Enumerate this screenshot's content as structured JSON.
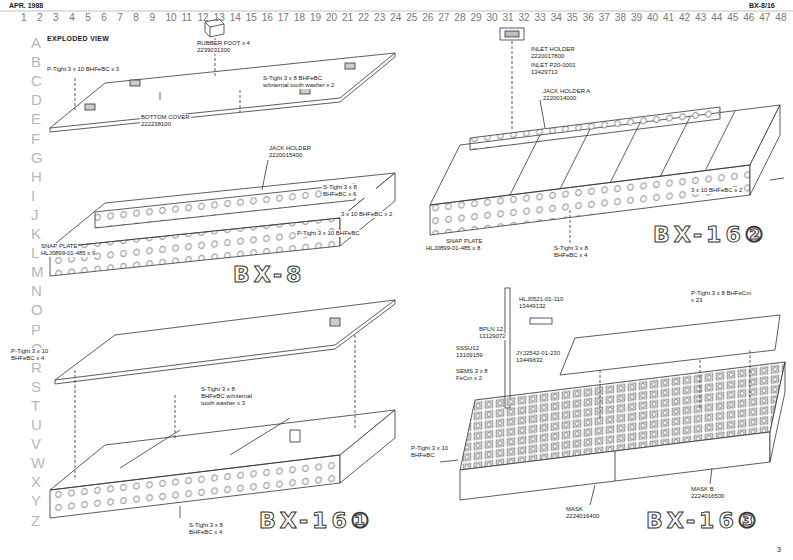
{
  "diagram": {
    "title": "EXPLODED VIEW",
    "labels": [
      "APR. 1988",
      "BX-8/16",
      "1",
      "2",
      "3",
      "4",
      "5",
      "6",
      "7",
      "8",
      "9",
      "10",
      "11",
      "12",
      "13",
      "14",
      "15",
      "16",
      "17",
      "18",
      "19",
      "20",
      "21",
      "22",
      "23",
      "24",
      "25",
      "26",
      "27",
      "28",
      "29",
      "30",
      "31",
      "32",
      "33",
      "34",
      "35",
      "36",
      "37",
      "38",
      "39",
      "40",
      "41",
      "42",
      "43",
      "44",
      "45",
      "46",
      "47",
      "48",
      "A",
      "B",
      "C",
      "D",
      "E",
      "F",
      "G",
      "H",
      "I",
      "J",
      "K",
      "L",
      "M",
      "N",
      "O",
      "P",
      "Q",
      "R",
      "S",
      "T",
      "U",
      "V",
      "W",
      "X",
      "Y",
      "Z",
      "RUBBER FOOT x 4",
      "2239031300",
      "P-Tight 3 x 10 BHFeBC x 3",
      "S-Tight 3 x 8 BHFeBC w/internal tooth washer x 2",
      "BOTTOM COVER",
      "222238100",
      "JACK HOLDER",
      "2220015400",
      "S-Tight 3 x 8 BHFeBC x 6",
      "3 x 10 BHFeBC x 2",
      "P-Tight 3 x 10 BHFeBC",
      "SNAP PLATE",
      "HLJ0899-01-485 x 9",
      "BX-8",
      "INLET HOLDER",
      "2220017800",
      "INLET P20-0001",
      "13429713",
      "JACK HOLDER A",
      "2220014000",
      "SNAP PLATE",
      "HLJ0899-01-485 x 8",
      "3 x 10 BHFeBC x 2",
      "S-Tight 3 x 8 BHFeBC x 4",
      "BX-16②",
      "P-Tight 3 x 10 BHFeBC x 4",
      "S-Tight 3 x 8 BHFeBC w/internal tooth washer x 3",
      "S-Tight 3 x 8 BHFeBC x 4",
      "BX-16①",
      "HLJ0521-01-110",
      "13449132",
      "BPLN 12",
      "13129072",
      "SSSU12",
      "13109159",
      "JYJ2542-01-230",
      "13449632",
      "SEMS 3 x 8 FeCm x 2",
      "P-Tight 3 x 8 BHFeCm x 23",
      "P-Tight 3 x 10 BHFeBC",
      "MASK B",
      "2224016500",
      "MASK",
      "2224016400",
      "BX-16③",
      "3"
    ]
  }
}
